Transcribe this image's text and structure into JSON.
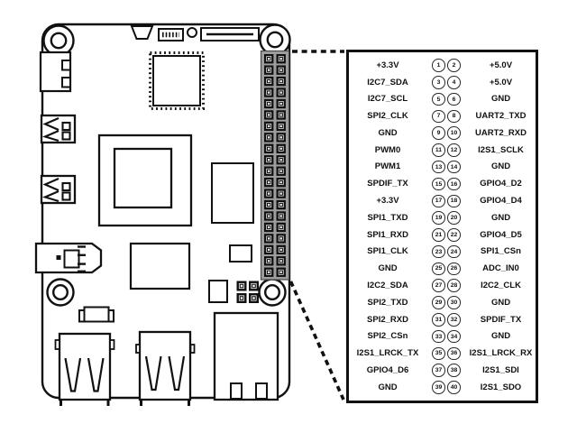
{
  "pinout": {
    "rows": [
      {
        "left": "+3.3V",
        "pins": [
          "1",
          "2"
        ],
        "right": "+5.0V"
      },
      {
        "left": "I2C7_SDA",
        "pins": [
          "3",
          "4"
        ],
        "right": "+5.0V"
      },
      {
        "left": "I2C7_SCL",
        "pins": [
          "5",
          "6"
        ],
        "right": "GND"
      },
      {
        "left": "SPI2_CLK",
        "pins": [
          "7",
          "8"
        ],
        "right": "UART2_TXD"
      },
      {
        "left": "GND",
        "pins": [
          "9",
          "10"
        ],
        "right": "UART2_RXD"
      },
      {
        "left": "PWM0",
        "pins": [
          "11",
          "12"
        ],
        "right": "I2S1_SCLK"
      },
      {
        "left": "PWM1",
        "pins": [
          "13",
          "14"
        ],
        "right": "GND"
      },
      {
        "left": "SPDIF_TX",
        "pins": [
          "15",
          "16"
        ],
        "right": "GPIO4_D2"
      },
      {
        "left": "+3.3V",
        "pins": [
          "17",
          "18"
        ],
        "right": "GPIO4_D4"
      },
      {
        "left": "SPI1_TXD",
        "pins": [
          "19",
          "20"
        ],
        "right": "GND"
      },
      {
        "left": "SPI1_RXD",
        "pins": [
          "21",
          "22"
        ],
        "right": "GPIO4_D5"
      },
      {
        "left": "SPI1_CLK",
        "pins": [
          "23",
          "24"
        ],
        "right": "SPI1_CSn"
      },
      {
        "left": "GND",
        "pins": [
          "25",
          "26"
        ],
        "right": "ADC_IN0"
      },
      {
        "left": "I2C2_SDA",
        "pins": [
          "27",
          "28"
        ],
        "right": "I2C2_CLK"
      },
      {
        "left": "SPI2_TXD",
        "pins": [
          "29",
          "30"
        ],
        "right": "GND"
      },
      {
        "left": "SPI2_RXD",
        "pins": [
          "31",
          "32"
        ],
        "right": "SPDIF_TX"
      },
      {
        "left": "SPI2_CSn",
        "pins": [
          "33",
          "34"
        ],
        "right": "GND"
      },
      {
        "left": "I2S1_LRCK_TX",
        "pins": [
          "35",
          "36"
        ],
        "right": "I2S1_LRCK_RX"
      },
      {
        "left": "GPIO4_D6",
        "pins": [
          "37",
          "38"
        ],
        "right": "I2S1_SDI"
      },
      {
        "left": "GND",
        "pins": [
          "39",
          "40"
        ],
        "right": "I2S1_SDO"
      }
    ]
  },
  "colors": {
    "line": "#111111",
    "header_fill": "#9e9e9e",
    "background": "#ffffff"
  }
}
